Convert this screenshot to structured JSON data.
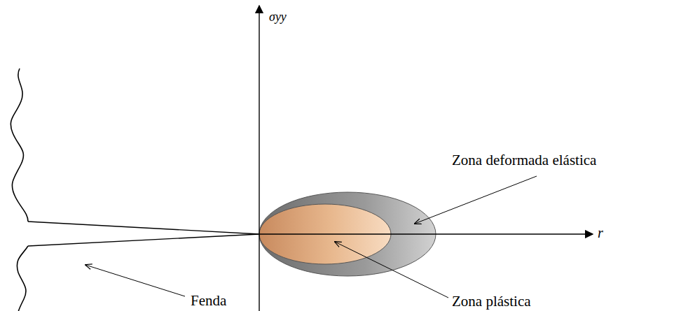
{
  "diagram": {
    "labels": [
      "σyy",
      "r",
      "Zona deformada elástica",
      "Fenda",
      "Zona plástica"
    ]
  }
}
